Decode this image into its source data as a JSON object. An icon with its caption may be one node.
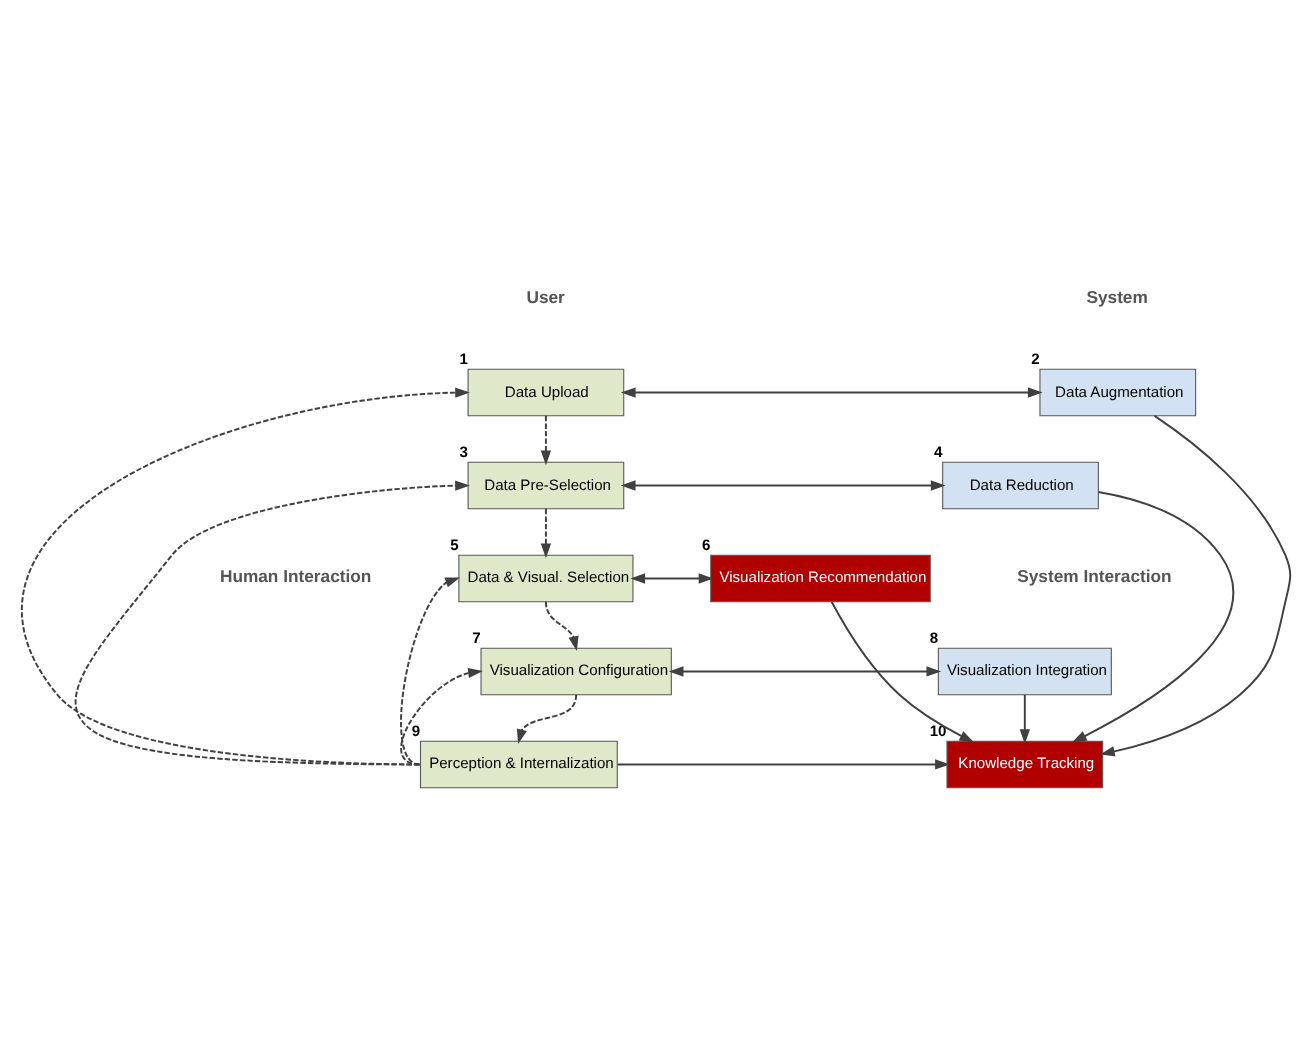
{
  "diagram": {
    "nodes": [
      {
        "text": [
          "Data Upload"
        ],
        "beside": [
          "1"
        ]
      },
      {
        "text": [
          "Data Augmentation"
        ],
        "beside": [
          "2"
        ]
      },
      {
        "text": [
          "Data Pre-Selection"
        ],
        "beside": [
          "3"
        ]
      },
      {
        "text": [
          "Data Reduction"
        ],
        "beside": [
          "4"
        ]
      },
      {
        "text": [
          "Data & Visual. Selection"
        ],
        "beside": [
          "5"
        ]
      },
      {
        "text": [
          "Visualization Recommendation"
        ],
        "beside": [
          "6"
        ]
      },
      {
        "text": [
          "Visualization Configuration"
        ],
        "beside": [
          "7"
        ]
      },
      {
        "text": [
          "Visualization Integration"
        ],
        "beside": [
          "8"
        ]
      },
      {
        "text": [
          "Perception & Internalization"
        ],
        "beside": [
          "9"
        ]
      },
      {
        "text": [
          "Knowledge Tracking"
        ],
        "beside": [
          "10"
        ]
      }
    ],
    "edges": [
      {
        "from": 0,
        "to": 1,
        "arrow": "both"
      },
      {
        "from": 0,
        "to": 2,
        "arrow": "to",
        "style": "dashed"
      },
      {
        "from": 2,
        "to": 3,
        "arrow": "both"
      },
      {
        "from": 2,
        "to": 4,
        "arrow": "to",
        "style": "dashed"
      },
      {
        "from": 4,
        "to": 5,
        "arrow": "both"
      },
      {
        "from": 4,
        "to": 6,
        "arrow": "to",
        "style": "dashed"
      },
      {
        "from": 6,
        "to": 7,
        "arrow": "both"
      },
      {
        "from": 6,
        "to": 8,
        "arrow": "to",
        "style": "dashed"
      },
      {
        "from": 8,
        "to": 9,
        "arrow": "to"
      },
      {
        "from": 8,
        "to": 0,
        "arrow": "to",
        "style": "dashed"
      },
      {
        "from": 8,
        "to": 2,
        "arrow": "to",
        "style": "dashed"
      },
      {
        "from": 8,
        "to": 4,
        "arrow": "to",
        "style": "dashed"
      },
      {
        "from": 8,
        "to": 6,
        "arrow": "to",
        "style": "dashed"
      },
      {
        "from": 1,
        "to": 9,
        "arrow": "to"
      },
      {
        "from": 3,
        "to": 9,
        "arrow": "to"
      },
      {
        "from": 5,
        "to": 9,
        "arrow": "to"
      },
      {
        "from": 7,
        "to": 9,
        "arrow": "to"
      }
    ],
    "labels": [
      "User",
      "System",
      "Human Interaction",
      "System Interaction"
    ]
  }
}
